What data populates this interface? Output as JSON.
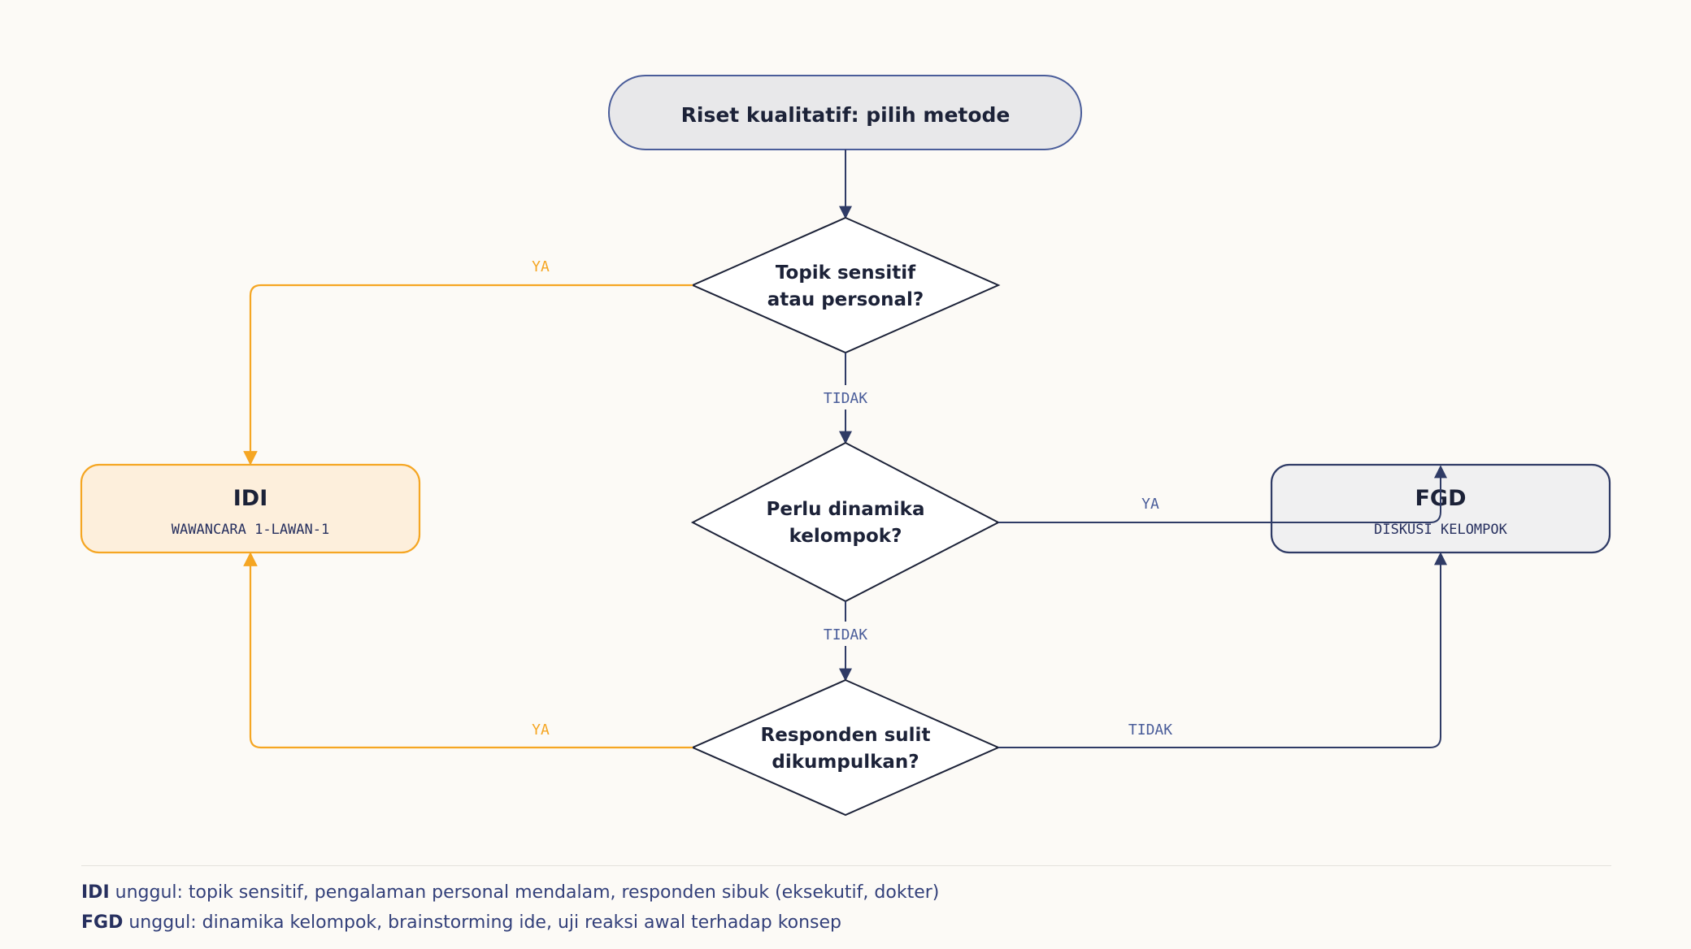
{
  "nodes": {
    "start": {
      "label": "Riset kualitatif: pilih metode"
    },
    "q1": {
      "line1": "Topik sensitif",
      "line2": "atau personal?"
    },
    "q2": {
      "line1": "Perlu dinamika",
      "line2": "kelompok?"
    },
    "q3": {
      "line1": "Responden sulit",
      "line2": "dikumpulkan?"
    },
    "idi": {
      "title": "IDI",
      "subtitle": "WAWANCARA 1-LAWAN-1"
    },
    "fgd": {
      "title": "FGD",
      "subtitle": "DISKUSI KELOMPOK"
    }
  },
  "edges": {
    "q1_yes": "YA",
    "q1_no": "TIDAK",
    "q2_yes": "YA",
    "q2_no": "TIDAK",
    "q3_yes": "YA",
    "q3_no": "TIDAK"
  },
  "footer": {
    "idi_term": "IDI",
    "idi_text": " unggul: topik sensitif, pengalaman personal mendalam, responden sibuk (eksekutif, dokter)",
    "fgd_term": "FGD",
    "fgd_text": " unggul: dinamika kelompok, brainstorming ide, uji reaksi awal terhadap konsep"
  },
  "colors": {
    "navy": "#2f3b66",
    "orange": "#f5a623",
    "idi_fill": "#fdefdc",
    "fgd_fill": "#f0f0f1",
    "start_fill": "#e8e8ea",
    "label_blue": "#4a5d9a"
  }
}
